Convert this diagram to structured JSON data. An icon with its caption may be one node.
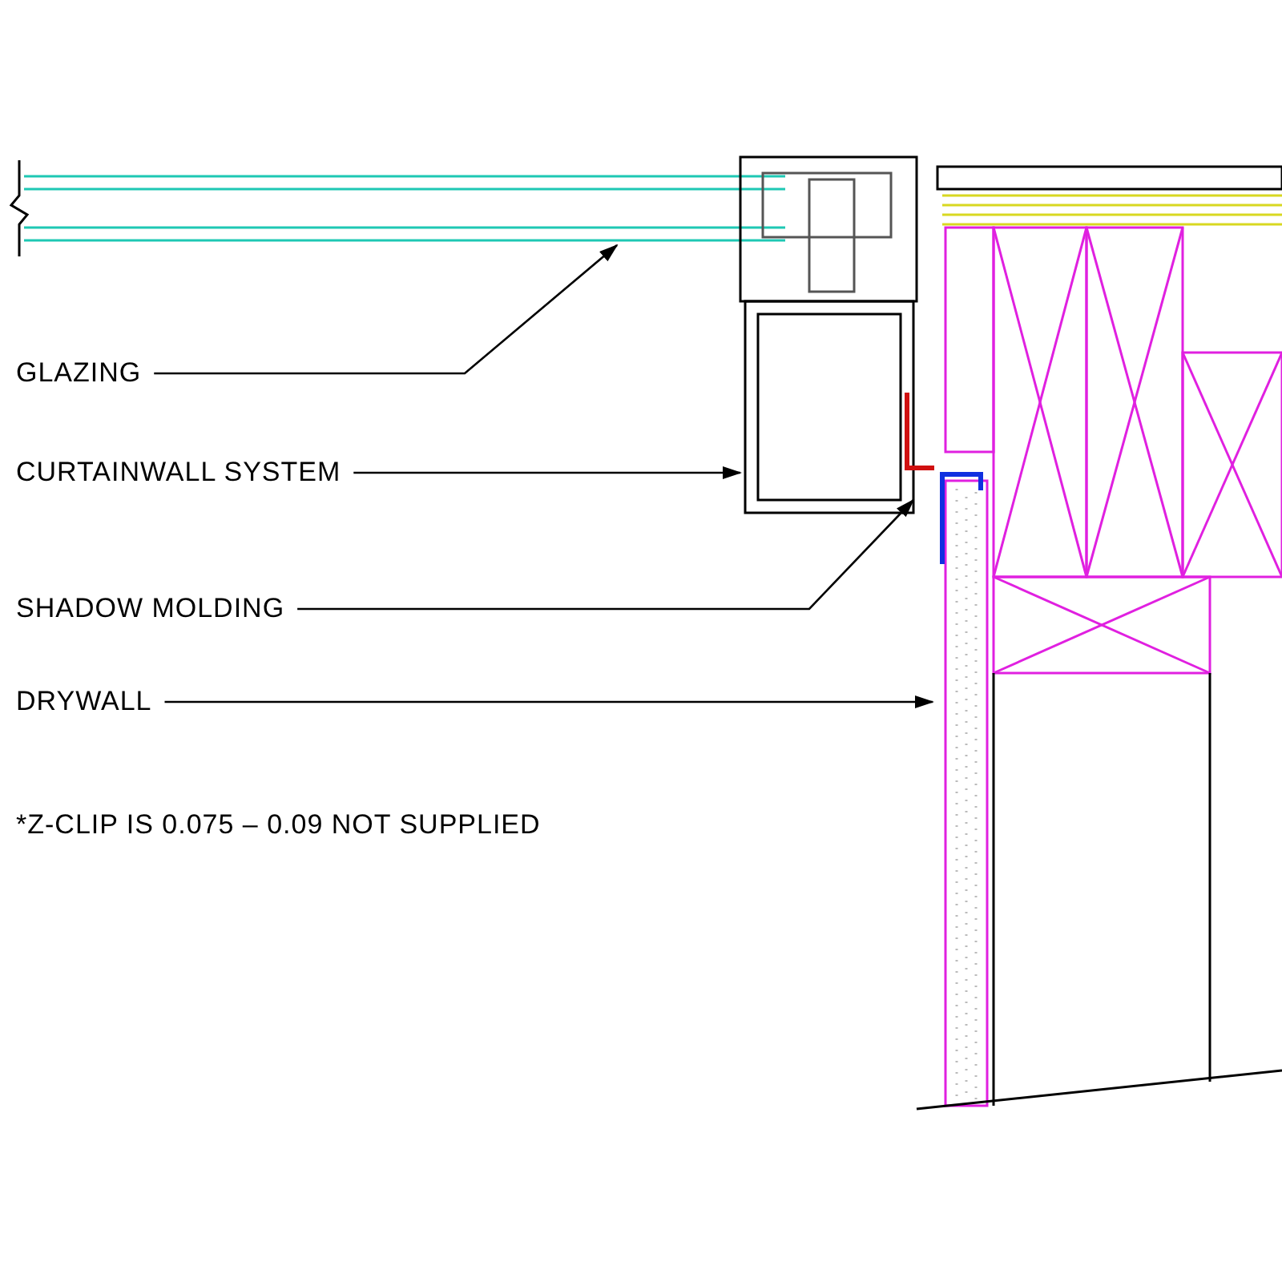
{
  "diagram": {
    "nodes": [
      {
        "text": [
          "GLAZING"
        ]
      },
      {
        "text": [
          "CURTAINWALL SYSTEM"
        ]
      },
      {
        "text": [
          "SHADOW MOLDING"
        ]
      },
      {
        "text": [
          "DRYWALL"
        ]
      }
    ],
    "edges": [
      {
        "from": 0,
        "to": null,
        "arrow": "to"
      },
      {
        "from": 1,
        "to": null,
        "arrow": "to"
      },
      {
        "from": 2,
        "to": null,
        "arrow": "to"
      },
      {
        "from": 3,
        "to": null,
        "arrow": "to"
      }
    ],
    "labels": [
      "*Z-CLIP IS 0.075 – 0.09 NOT SUPPLIED"
    ]
  }
}
